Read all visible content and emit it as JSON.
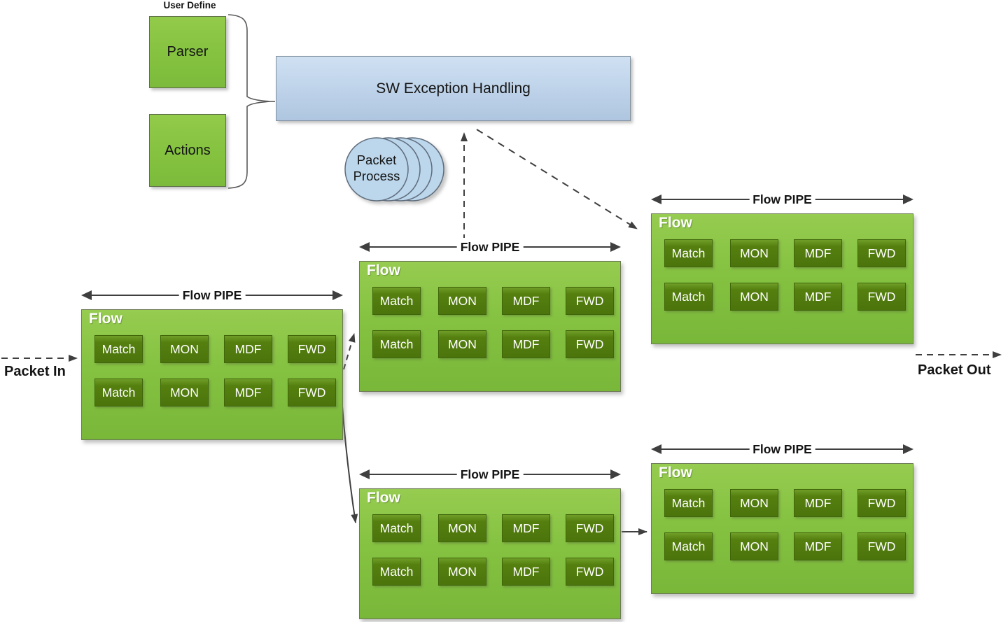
{
  "user_define": {
    "label": "User Define",
    "parser": "Parser",
    "actions": "Actions"
  },
  "exception": {
    "label": "SW Exception Handling"
  },
  "packet_process": {
    "label": "Packet Process"
  },
  "pipe": {
    "label": "Flow PIPE",
    "flow_label": "Flow",
    "stages": [
      "Match",
      "MON",
      "MDF",
      "FWD"
    ]
  },
  "io": {
    "packet_in": "Packet In",
    "packet_out": "Packet Out"
  },
  "colors": {
    "flow_box_green": "#85c241",
    "stage_box_green": "#55800f",
    "exception_blue": "#bdd2e9",
    "process_ellipse_blue": "#bcd6ec",
    "connector_gray": "#3f3f3f"
  }
}
